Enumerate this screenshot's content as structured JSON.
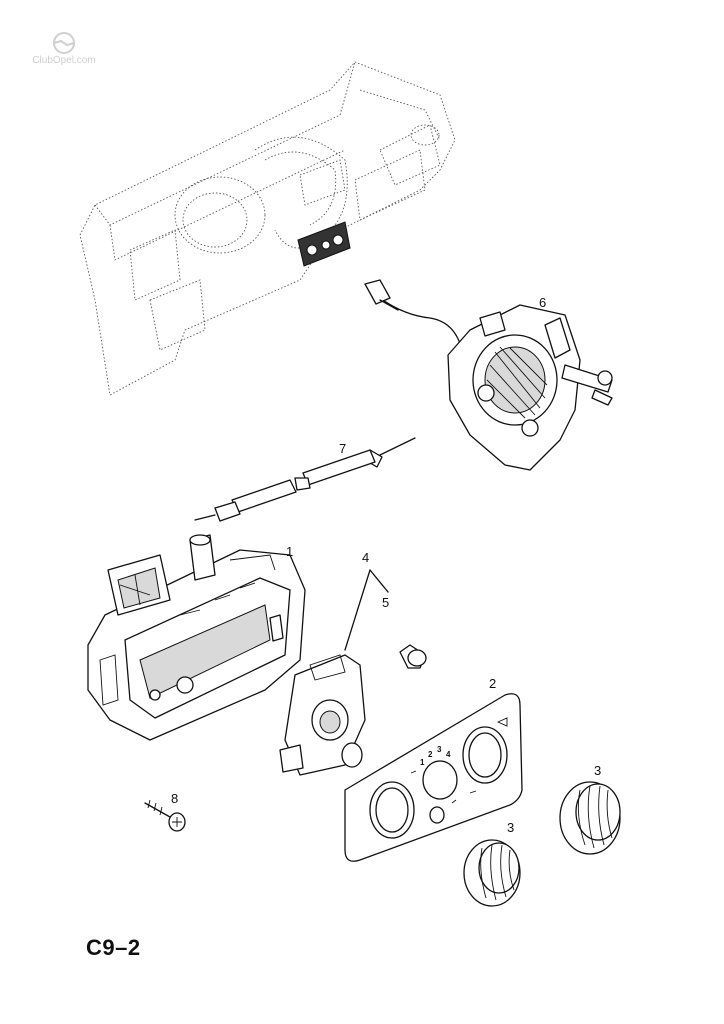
{
  "diagram": {
    "page_code": "C9–2",
    "watermark_text": "ClubOpel.com",
    "callouts": [
      {
        "id": "1",
        "text": "1"
      },
      {
        "id": "2",
        "text": "2"
      },
      {
        "id": "3a",
        "text": "3"
      },
      {
        "id": "3b",
        "text": "3"
      },
      {
        "id": "4",
        "text": "4"
      },
      {
        "id": "5",
        "text": "5"
      },
      {
        "id": "6",
        "text": "6"
      },
      {
        "id": "7",
        "text": "7"
      },
      {
        "id": "8",
        "text": "8"
      }
    ],
    "fan_speed_marks": [
      "1",
      "2",
      "3",
      "4"
    ]
  }
}
